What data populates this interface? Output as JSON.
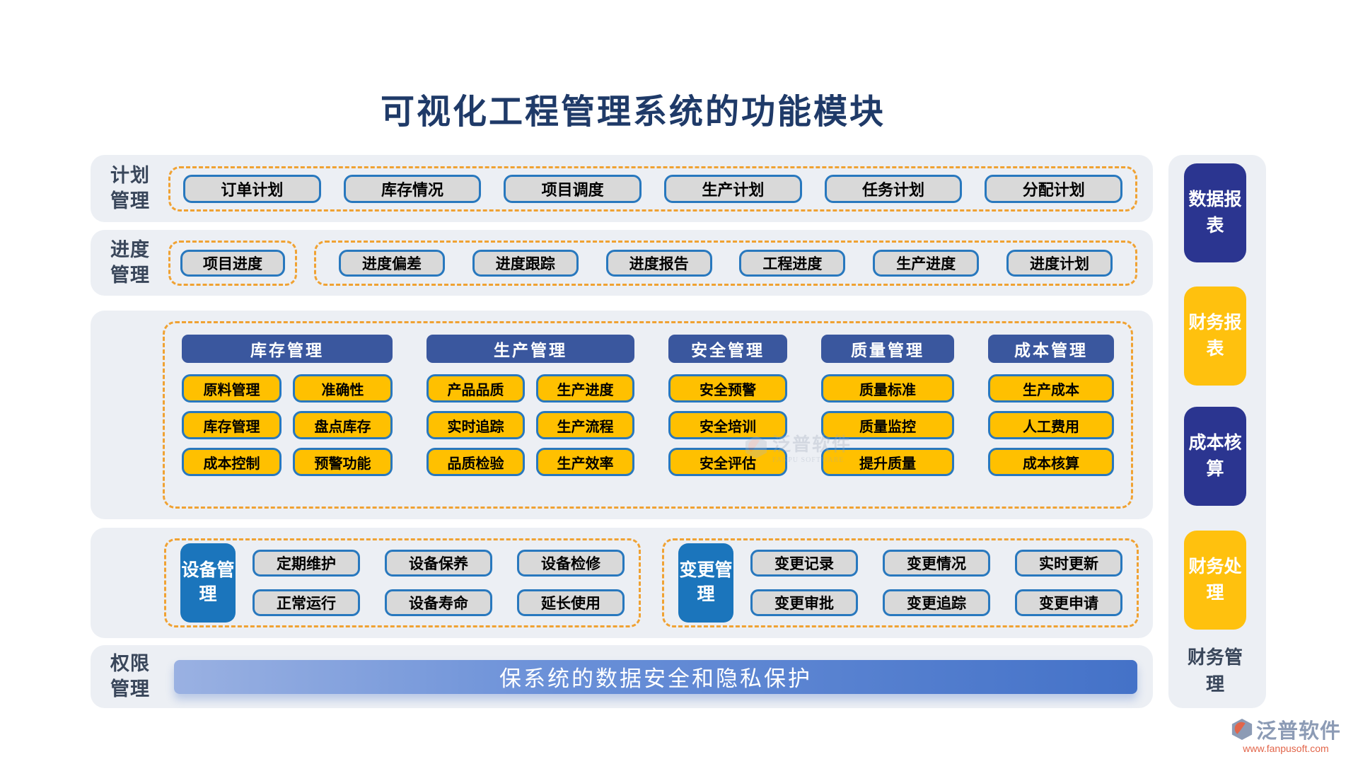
{
  "title": "可视化工程管理系统的功能模块",
  "plan": {
    "label": "计划管理",
    "items": [
      "订单计划",
      "库存情况",
      "项目调度",
      "生产计划",
      "任务计划",
      "分配计划"
    ]
  },
  "progress": {
    "label": "进度管理",
    "primary": "项目进度",
    "items": [
      "进度偏差",
      "进度跟踪",
      "进度报告",
      "工程进度",
      "生产进度",
      "进度计划"
    ]
  },
  "modules": {
    "columns": [
      {
        "header": "库存管理",
        "items": [
          "原料管理",
          "准确性",
          "库存管理",
          "盘点库存",
          "成本控制",
          "预警功能"
        ]
      },
      {
        "header": "生产管理",
        "items": [
          "产品品质",
          "生产进度",
          "实时追踪",
          "生产流程",
          "品质检验",
          "生产效率"
        ]
      },
      {
        "header": "安全管理",
        "items": [
          "安全预警",
          "安全培训",
          "安全评估"
        ]
      },
      {
        "header": "质量管理",
        "items": [
          "质量标准",
          "质量监控",
          "提升质量"
        ]
      },
      {
        "header": "成本管理",
        "items": [
          "生产成本",
          "人工费用",
          "成本核算"
        ]
      }
    ]
  },
  "equipment": {
    "label": "设备管理",
    "items": [
      "定期维护",
      "设备保养",
      "设备检修",
      "正常运行",
      "设备寿命",
      "延长使用"
    ]
  },
  "change": {
    "label": "变更管理",
    "items": [
      "变更记录",
      "变更情况",
      "实时更新",
      "变更审批",
      "变更追踪",
      "变更申请"
    ]
  },
  "permission": {
    "label": "权限管理",
    "banner": "保系统的数据安全和隐私保护"
  },
  "sidebar": {
    "items": [
      "数据报表",
      "财务报表",
      "成本核算",
      "财务处理"
    ],
    "footer": "财务管理"
  },
  "watermark": {
    "name": "泛普软件",
    "sub": "FANPU SOFTWARE"
  },
  "logo": {
    "name": "泛普软件",
    "url": "www.fanpusoft.com"
  },
  "colors": {
    "title_navy": "#1F3A68",
    "panel_gray": "#ECEFF4",
    "dash_orange": "#F0A233",
    "button_border_blue": "#2878BE",
    "button_gray": "#D9D9D9",
    "module_gold": "#FFC000",
    "header_blue": "#3A579E",
    "label_bright_blue": "#1B75BC",
    "banner_blue": "#4472C8",
    "sidebar_navy": "#2B3590",
    "sidebar_gold": "#FFC10E"
  }
}
